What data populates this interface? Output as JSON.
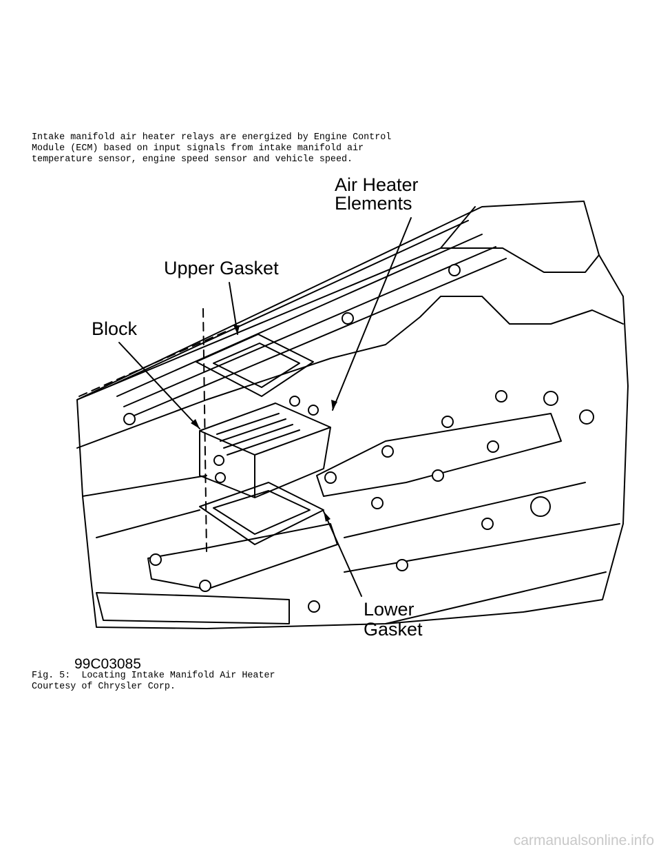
{
  "intro_lines": [
    "Intake manifold air heater relays are energized by Engine Control",
    "Module (ECM) based on input signals from intake manifold air",
    "temperature sensor, engine speed sensor and vehicle speed."
  ],
  "figure": {
    "labels": {
      "air_heater_1": "Air Heater",
      "air_heater_2": "Elements",
      "upper_gasket": "Upper Gasket",
      "block": "Block",
      "lower_1": "Lower",
      "lower_2": "Gasket"
    },
    "figure_id": "99C03085"
  },
  "caption_lines": [
    "Fig. 5:  Locating Intake Manifold Air Heater",
    "Courtesy of Chrysler Corp."
  ],
  "watermark": "carmanualsonline.info"
}
